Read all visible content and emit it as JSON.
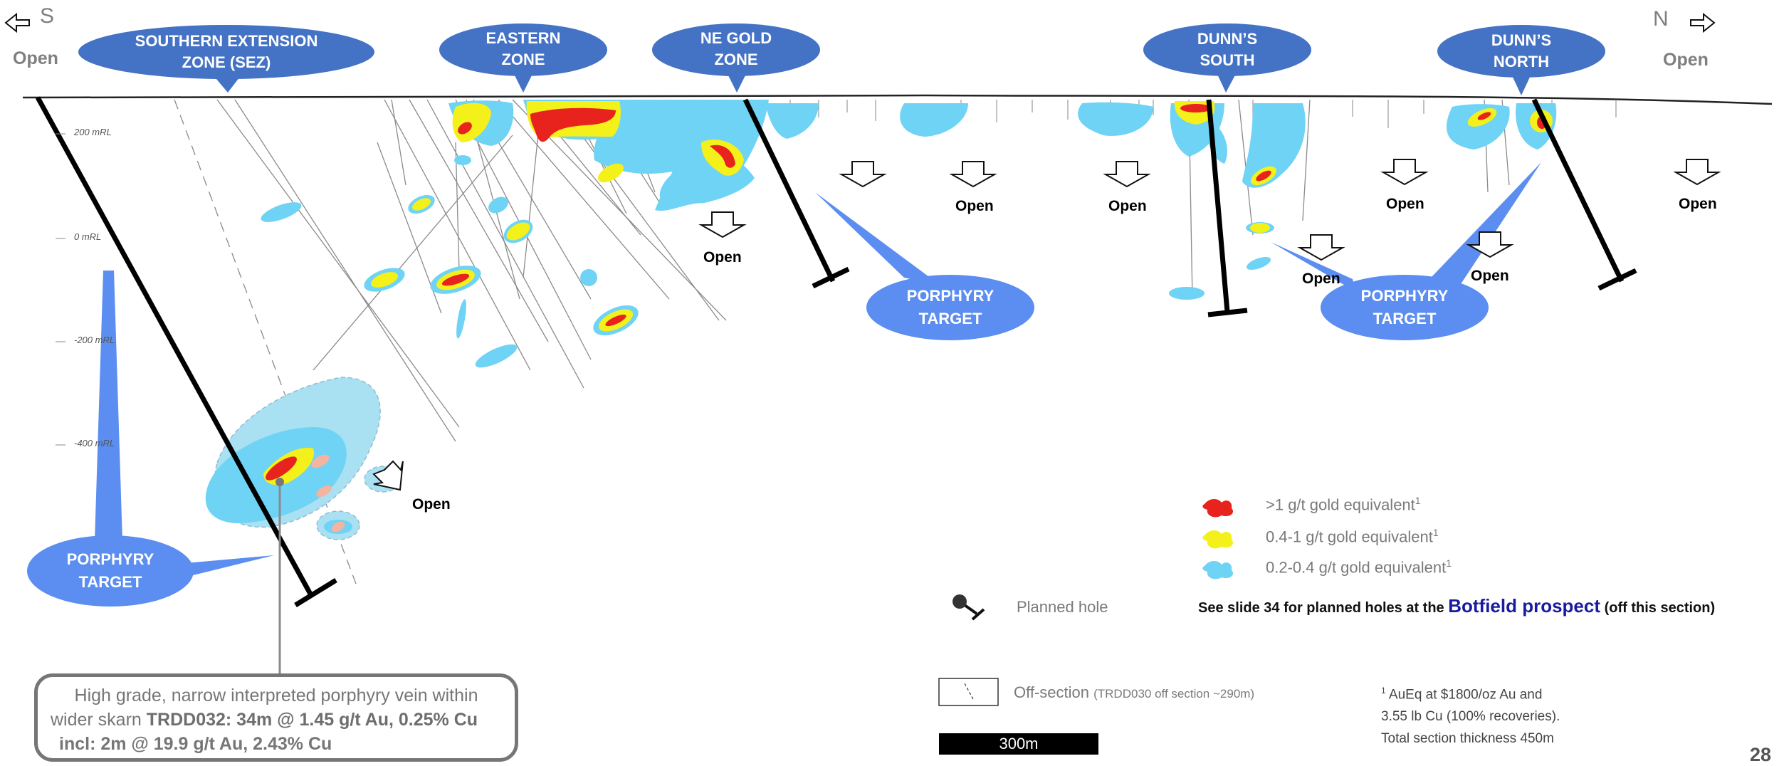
{
  "directions": {
    "south": {
      "letter": "S",
      "open": "Open"
    },
    "north": {
      "letter": "N",
      "open": "Open"
    }
  },
  "zones": [
    {
      "id": "sez",
      "label": "SOUTHERN EXTENSION\nZONE (SEZ)"
    },
    {
      "id": "eastern",
      "label": "EASTERN\nZONE"
    },
    {
      "id": "ne-gold",
      "label": "NE GOLD\nZONE"
    },
    {
      "id": "dunns-south",
      "label": "DUNN’S\nSOUTH"
    },
    {
      "id": "dunns-north",
      "label": "DUNN’S\nNORTH"
    }
  ],
  "rl_labels": [
    "200 mRL",
    "0 mRL",
    "-200 mRL",
    "-400 mRL"
  ],
  "open_labels": [
    "Open",
    "Open",
    "Open",
    "Open",
    "Open",
    "Open",
    "Open",
    "Open"
  ],
  "porphyry_targets": [
    "PORPHYRY\nTARGET",
    "PORPHYRY\nTARGET",
    "PORPHYRY\nTARGET"
  ],
  "legend": {
    "grade_high": "&gt;1 g/t gold equivalent",
    "grade_high_text": ">1 g/t gold equivalent",
    "grade_mid_text": "0.4-1 g/t gold equivalent",
    "grade_low_text": "0.2-0.4 g/t gold equivalent",
    "footnote_mark": "1",
    "planned_hole": "Planned hole",
    "off_section": "Off-section",
    "off_section_note": "(TRDD030 off section ~290m)",
    "scale": "300m",
    "botfield_prefix": "See slide 34 for planned holes at the",
    "botfield_link": "Botfield prospect",
    "botfield_suffix": "(off this section)",
    "colors": {
      "high": "#e8221c",
      "mid": "#f4f01a",
      "low": "#6fd3f5",
      "target": "#5b8ef0",
      "zone_fill": "#4472c4"
    }
  },
  "footnote": {
    "line1": "AuEq  at $1800/oz Au  and",
    "line2": "3.55 lb Cu (100% recoveries).",
    "line3": "Total section thickness 450m"
  },
  "callout": {
    "line1": "High grade, narrow interpreted porphyry vein within",
    "line2_plain": "wider skarn ",
    "line2_bold": "TRDD032: 34m @ 1.45 g/t Au, 0.25% Cu",
    "line3": "incl:  2m @ 19.9 g/t Au, 2.43% Cu"
  },
  "slide_number": "28"
}
